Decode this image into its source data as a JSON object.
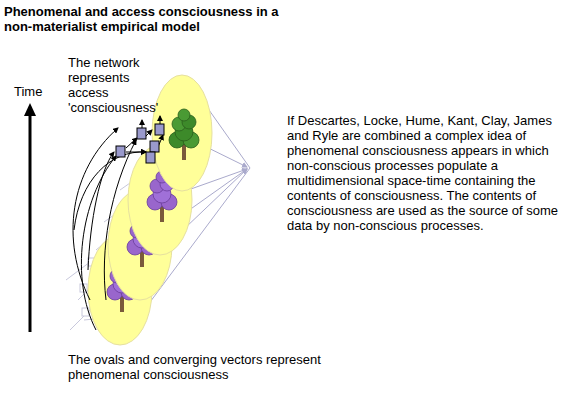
{
  "diagram": {
    "title": "Phenomenal and access consciousness in a non-materialist empirical model",
    "labels": [
      "Time",
      "The network represents access 'consciousness'",
      "If Descartes, Locke, Hume, Kant, Clay, James and Ryle are combined a complex idea of phenomenal consciousness appears in which non-conscious processes populate a multidimensional space-time containing the contents of consciousness. The contents of consciousness are used as the source of some data by non-conscious processes.",
      "The ovals and converging vectors represent phenomenal consciousness"
    ]
  }
}
